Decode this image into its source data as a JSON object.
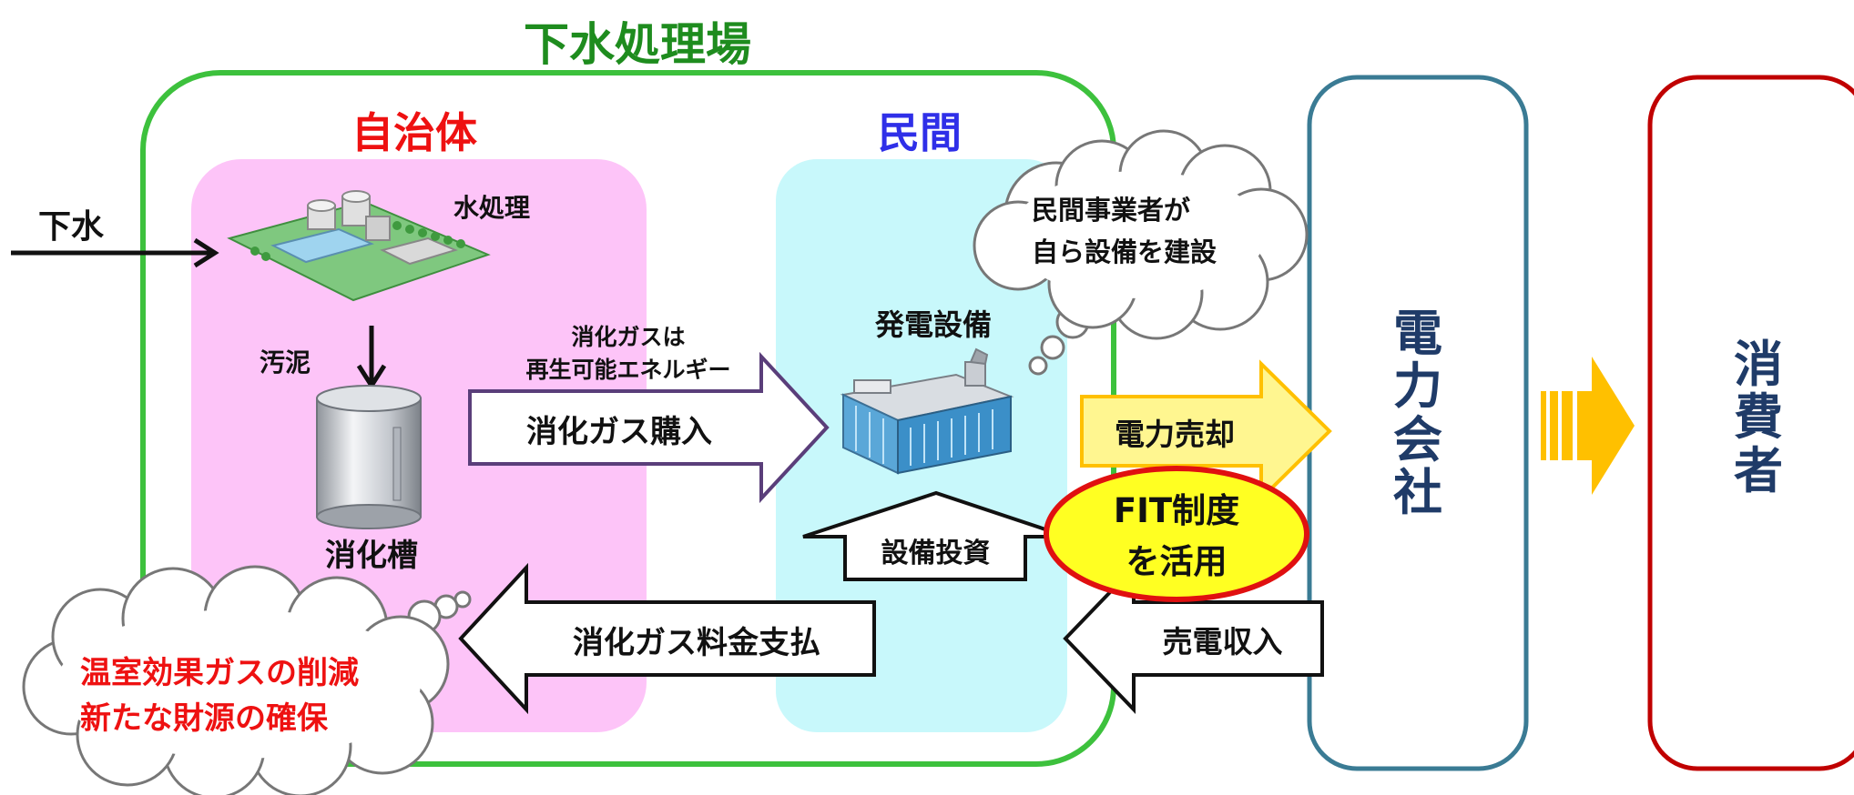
{
  "colors": {
    "plant_border": "#3dc13d",
    "title_green": "#1e8c1e",
    "municipality_bg": "#fdc4f8",
    "municipality_red": "#ee1111",
    "private_bg": "#c8f8fb",
    "private_blue": "#2f2fe8",
    "power_company_border": "#3a7b94",
    "consumer_border": "#c00000",
    "vertical_text_navy": "#1f3b68",
    "gas_arrow_border": "#5a3e7a",
    "yellow_arrow_fill": "#fff690",
    "yellow_arrow_border": "#ffc000",
    "consumer_arrow": "#ffc000",
    "fit_fill": "#ffff22",
    "fit_border": "#e01010",
    "cloud_border": "#777777"
  },
  "plant": {
    "title": "下水処理場"
  },
  "municipality": {
    "title": "自治体",
    "water_treatment_label": "水処理",
    "sludge_label": "汚泥",
    "digester_label": "消化槽",
    "water_treatment_icon": "sewage-plant-icon",
    "digester_icon": "digestion-tank-icon"
  },
  "private_sector": {
    "title": "民間",
    "facility_label": "発電設備",
    "facility_icon": "power-generator-icon"
  },
  "inflow": {
    "label": "下水"
  },
  "arrows": {
    "gas_purchase": "消化ガス購入",
    "gas_note_line1": "消化ガスは",
    "gas_note_line2": "再生可能エネルギー",
    "investment": "設備投資",
    "gas_payment": "消化ガス料金支払",
    "power_sale": "電力売却",
    "sales_revenue": "売電収入"
  },
  "fit_badge": {
    "line1": "FIT制度",
    "line2": "を活用"
  },
  "private_bubble": {
    "line1": "民間事業者が",
    "line2": "自ら設備を建設"
  },
  "benefit_bubble": {
    "line1": "温室効果ガスの削減",
    "line2": "新たな財源の確保"
  },
  "power_company": {
    "label_chars": [
      "電",
      "力",
      "会",
      "社"
    ]
  },
  "consumer": {
    "label_chars": [
      "消",
      "費",
      "者"
    ]
  }
}
